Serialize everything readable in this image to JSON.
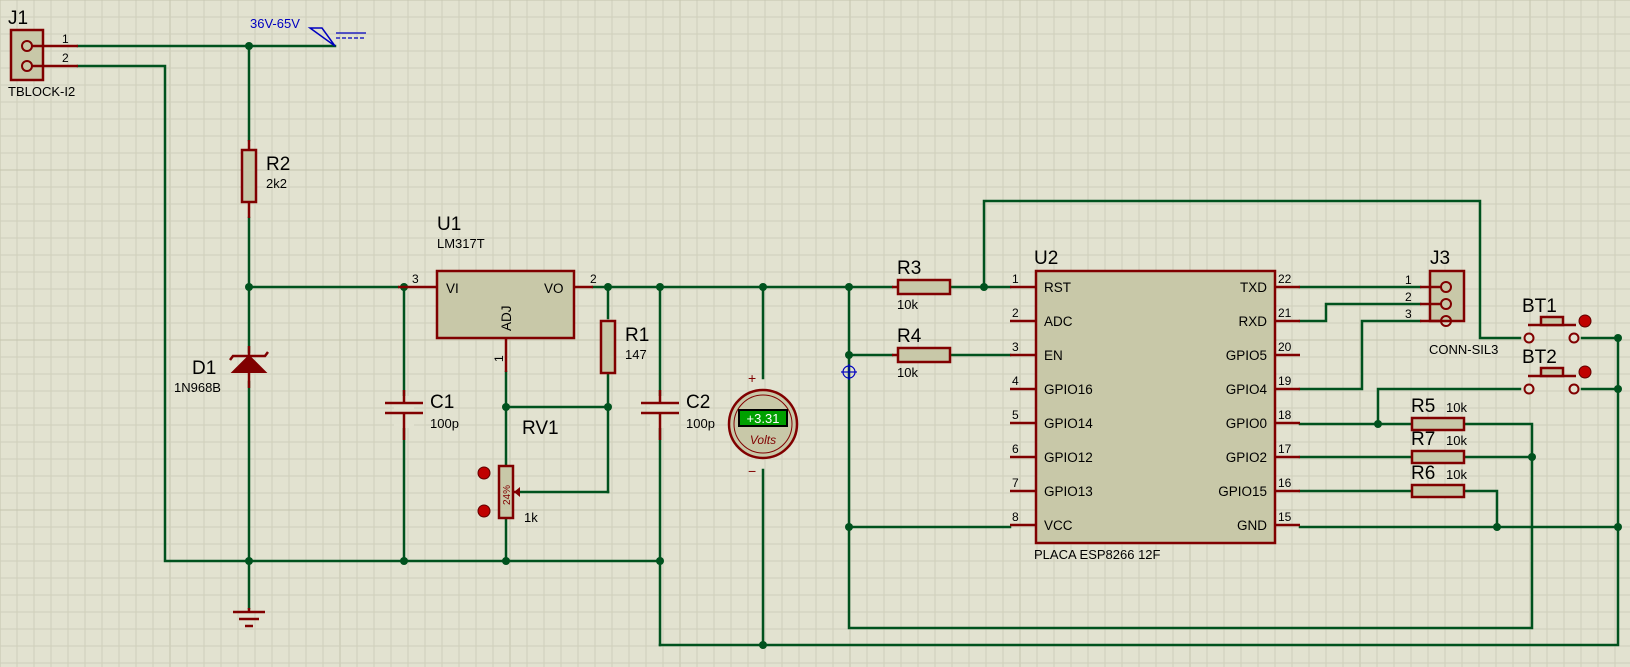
{
  "supply": {
    "label": "36V-65V"
  },
  "j1": {
    "ref": "J1",
    "value": "TBLOCK-I2",
    "pins": [
      "1",
      "2"
    ]
  },
  "r2": {
    "ref": "R2",
    "value": "2k2"
  },
  "d1": {
    "ref": "D1",
    "value": "1N968B"
  },
  "u1": {
    "ref": "U1",
    "value": "LM317T",
    "pins": {
      "vi": "VI",
      "vo": "VO",
      "adj": "ADJ"
    },
    "pin_numbers": {
      "vi": "3",
      "vo": "2",
      "adj": "1"
    }
  },
  "r1": {
    "ref": "R1",
    "value": "147"
  },
  "c1": {
    "ref": "C1",
    "value": "100p"
  },
  "c2": {
    "ref": "C2",
    "value": "100p"
  },
  "rv1": {
    "ref": "RV1",
    "value": "1k",
    "position": "24%"
  },
  "voltmeter": {
    "reading": "+3.31",
    "unit": "Volts",
    "plus": "+",
    "minus": "−"
  },
  "r3": {
    "ref": "R3",
    "value": "10k"
  },
  "r4": {
    "ref": "R4",
    "value": "10k"
  },
  "r5": {
    "ref": "R5",
    "value": "10k"
  },
  "r6": {
    "ref": "R6",
    "value": "10k"
  },
  "r7": {
    "ref": "R7",
    "value": "10k"
  },
  "u2": {
    "ref": "U2",
    "value": "PLACA ESP8266 12F",
    "left_pins": [
      {
        "num": "1",
        "name": "RST"
      },
      {
        "num": "2",
        "name": "ADC"
      },
      {
        "num": "3",
        "name": "EN"
      },
      {
        "num": "4",
        "name": "GPIO16"
      },
      {
        "num": "5",
        "name": "GPIO14"
      },
      {
        "num": "6",
        "name": "GPIO12"
      },
      {
        "num": "7",
        "name": "GPIO13"
      },
      {
        "num": "8",
        "name": "VCC"
      }
    ],
    "right_pins": [
      {
        "num": "22",
        "name": "TXD"
      },
      {
        "num": "21",
        "name": "RXD"
      },
      {
        "num": "20",
        "name": "GPIO5"
      },
      {
        "num": "19",
        "name": "GPIO4"
      },
      {
        "num": "18",
        "name": "GPIO0"
      },
      {
        "num": "17",
        "name": "GPIO2"
      },
      {
        "num": "16",
        "name": "GPIO15"
      },
      {
        "num": "15",
        "name": "GND"
      }
    ]
  },
  "j3": {
    "ref": "J3",
    "value": "CONN-SIL3",
    "pins": [
      "1",
      "2",
      "3"
    ]
  },
  "bt1": {
    "ref": "BT1"
  },
  "bt2": {
    "ref": "BT2"
  },
  "colors": {
    "wire": "#00521e",
    "component": "#800000",
    "background": "#e2e2d0",
    "meter_display": "#00a000"
  }
}
